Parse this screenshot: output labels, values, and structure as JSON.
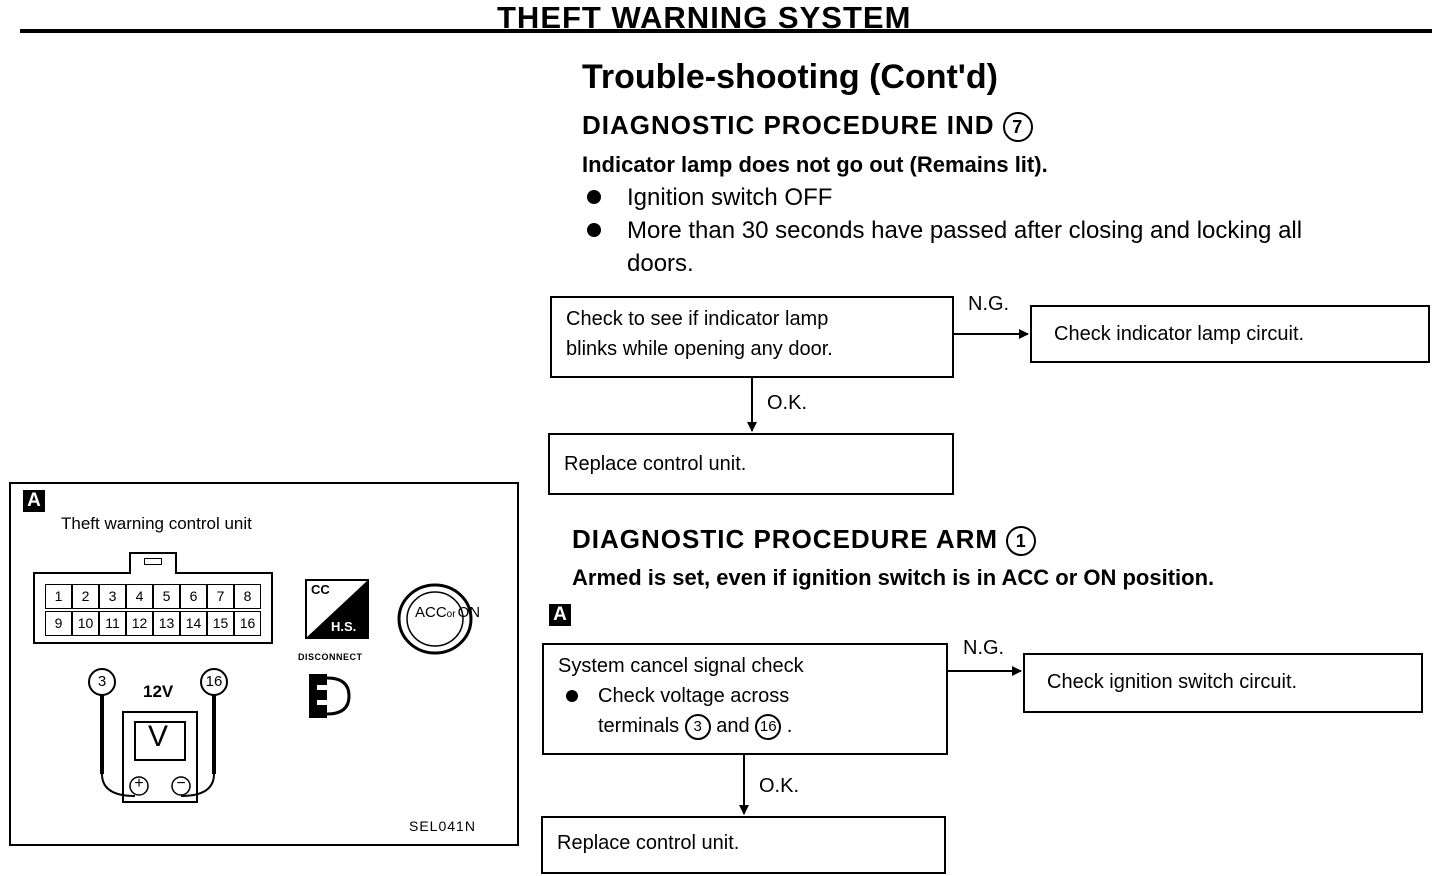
{
  "header": {
    "title": "THEFT WARNING SYSTEM"
  },
  "section_title": "Trouble-shooting (Cont'd)",
  "proc1": {
    "title": "DIAGNOSTIC PROCEDURE IND",
    "num": "7",
    "subtitle": "Indicator lamp does not go out (Remains lit).",
    "bullets": [
      "Ignition switch OFF",
      "More than 30 seconds have passed after closing and locking all",
      "doors."
    ],
    "check_line1": "Check to see if indicator lamp",
    "check_line2": "blinks while opening any door.",
    "ng": "N.G.",
    "ok": "O.K.",
    "ng_action": "Check indicator lamp circuit.",
    "ok_action": "Replace control unit."
  },
  "proc2": {
    "title": "DIAGNOSTIC PROCEDURE ARM",
    "num": "1",
    "subtitle": "Armed is set, even if ignition switch is in ACC or ON position.",
    "marker": "A",
    "check_line1": "System cancel signal check",
    "check_line2": "Check voltage across",
    "check_line3_pre": "terminals",
    "t1": "3",
    "and": "and",
    "t2": "16",
    "period": ".",
    "ng": "N.G.",
    "ok": "O.K.",
    "ng_action": "Check ignition switch circuit.",
    "ok_action": "Replace control unit."
  },
  "panel": {
    "marker": "A",
    "title": "Theft warning control unit",
    "pins_top": [
      "1",
      "2",
      "3",
      "4",
      "5",
      "6",
      "7",
      "8"
    ],
    "pins_bottom": [
      "9",
      "10",
      "11",
      "12",
      "13",
      "14",
      "15",
      "16"
    ],
    "probe_left": "3",
    "probe_right": "16",
    "voltage": "12V",
    "meter": "V",
    "plus": "+",
    "minus": "−",
    "cc": "CC",
    "hs": "H.S.",
    "disconnect": "DISCONNECT",
    "acc": "ACC",
    "or": "or",
    "on": "ON",
    "code": "SEL041N"
  }
}
